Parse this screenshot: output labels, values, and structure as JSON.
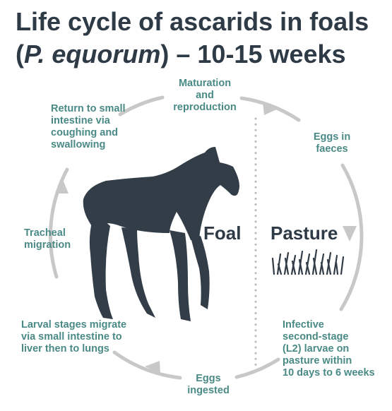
{
  "title": {
    "line1": "Life cycle of ascarids in foals",
    "paren_open": "(",
    "species": "P. equorum",
    "line2_rest": ") – 10-15 weeks"
  },
  "zones": {
    "left": "Foal",
    "right": "Pasture"
  },
  "stages": {
    "maturation": [
      "Maturation",
      "and",
      "reproduction"
    ],
    "eggs_faeces": [
      "Eggs in",
      "faeces"
    ],
    "infective": [
      "Infective",
      "second-stage",
      "(L2) larvae on",
      "pasture within",
      "10 days to 6 weeks"
    ],
    "eggs_ingested": [
      "Eggs",
      "ingested"
    ],
    "larval": [
      "Larval stages migrate",
      "via small intestine to",
      "liver then to lungs"
    ],
    "tracheal": [
      "Tracheal",
      "migration"
    ],
    "return": [
      "Return to small",
      "intestine via",
      "coughing and",
      "swallowing"
    ]
  },
  "colors": {
    "title": "#2e3a46",
    "label": "#4a8a86",
    "cycle": "#c8c8c8",
    "silhouette": "#323d48"
  },
  "icons": [
    "foal-silhouette-icon",
    "grass-icon",
    "arrow-icon"
  ]
}
